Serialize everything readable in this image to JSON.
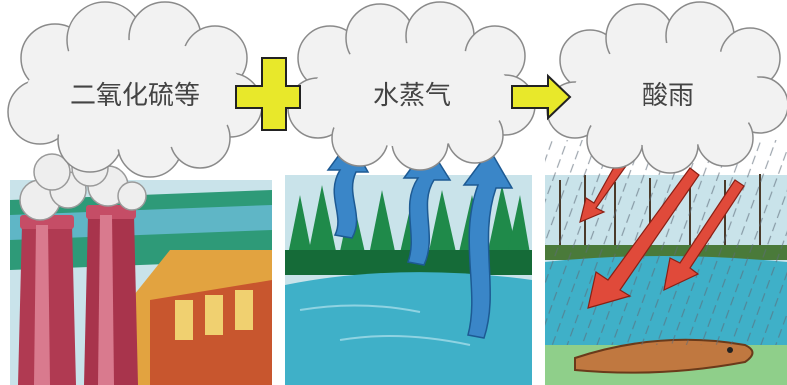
{
  "clouds": [
    {
      "label": "二氧化硫等"
    },
    {
      "label": "水蒸气"
    },
    {
      "label": "酸雨"
    }
  ],
  "operators": {
    "plus": {
      "icon": "plus-icon",
      "color": "#e8e82a"
    },
    "arrow": {
      "icon": "arrow-right-icon",
      "color": "#e8e82a"
    }
  },
  "palette": {
    "cloud": "#f2f2f2",
    "sky": "#c9e3ea",
    "water": "#3fb0c8",
    "forest": "#1f8a4a",
    "chimney": "#b03a52",
    "vapor_arrow": "#3a86c8",
    "rain_arrow": "#e04a3a"
  }
}
